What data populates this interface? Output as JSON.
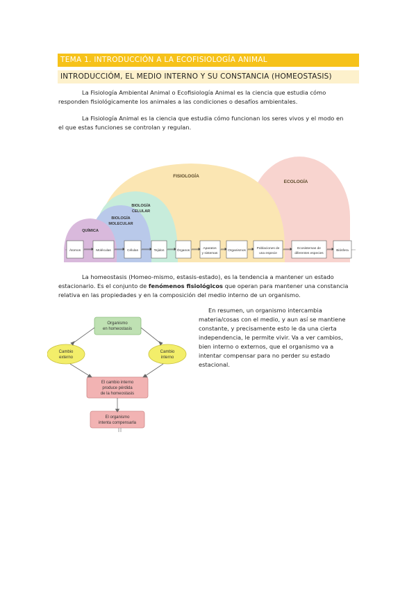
{
  "heading": "TEMA 1. INTRODUCCIÓN A LA ECOFISIOLOGÍA ANIMAL",
  "subheading": "INTRODUCCIÓM, EL MEDIO INTERNO Y SU CONSTANCIA (HOMEOSTASIS)",
  "para1_line1": "La Fisiología Ambiental Animal o Ecofisiología Animal es la ciencia que estudia cómo",
  "para1_line2": "responden fisiológicamente los animales a las condiciones o desafíos ambientales.",
  "para2_line1": "La Fisiología Animal es la ciencia que estudia cómo funcionan los seres vivos y el modo en",
  "para2_line2": "el que estas funciones se controlan y regulan.",
  "diagram1": {
    "arcs": {
      "fisiologia": "FISIOLOGÍA",
      "ecologia": "ECOLOGÍA",
      "bio_celular_1": "BIOLOGÍA",
      "bio_celular_2": "CELULAR",
      "bio_molecular_1": "BIOLOGÍA",
      "bio_molecular_2": "MOLECULAR",
      "quimica": "QUÍMICA"
    },
    "boxes": [
      "Átomos",
      "Moléculas",
      "Células",
      "Tejidos",
      "Órganos",
      "Aparatos y sistemas",
      "Organismos",
      "Poblaciones de una especie",
      "Ecosistemas de diferentes especies",
      "Biósfera"
    ],
    "colors": {
      "quimica": "#d9b9dc",
      "molecular": "#b9c9ea",
      "celular": "#c7ecdb",
      "fisiologia": "#fbe6b3",
      "ecologia": "#f8d4cf"
    }
  },
  "para3_line1": "La homeostasis (Homeo-mismo, estasis-estado), es la tendencia a mantener un estado",
  "para3_line2_a": "estacionario. Es el conjunto de ",
  "para3_line2_b": "fenómenos fisiológicos",
  "para3_line2_c": " que operan para mantener una constancia",
  "para3_line3": "relativa en las propiedades y en la composición del medio interno de un organismo.",
  "diagram2": {
    "top": [
      "Organismo",
      "en homeostasis"
    ],
    "left": [
      "Cambio",
      "externo"
    ],
    "right": [
      "Cambio",
      "interno"
    ],
    "middle": [
      "El cambio interno",
      "produce pérdida",
      "de la homeostasis"
    ],
    "bottom": [
      "El organismo",
      "intenta compensarla"
    ]
  },
  "summary_lines": [
    "En resumen, un organismo intercambia",
    "materia/cosas con el medio, y aun así se mantiene",
    "constante, y precisamente esto le da una cierta",
    "independencia, le permite vivir. Va a ver cambios,",
    "bien interno o externos, que el organismo va a",
    "intentar compensar para no perder su estado",
    "estacional."
  ]
}
